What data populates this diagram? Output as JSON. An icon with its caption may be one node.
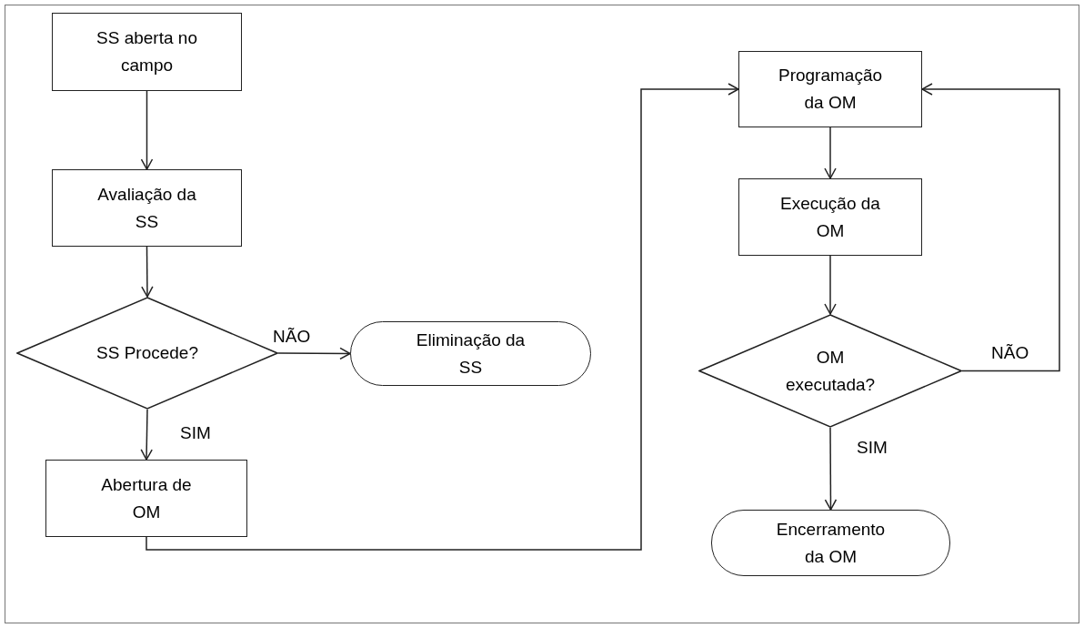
{
  "diagram": {
    "nodes": [
      {
        "text": [
          "SS aberta no campo"
        ]
      },
      {
        "text": [
          "Avaliação da SS"
        ]
      },
      {
        "text": [
          "SS Procede?"
        ]
      },
      {
        "text": [
          "Eliminação da SS"
        ]
      },
      {
        "text": [
          "Abertura de OM"
        ]
      },
      {
        "text": [
          "Programação da OM"
        ]
      },
      {
        "text": [
          "Execução da OM"
        ]
      },
      {
        "text": [
          "OM executada?"
        ]
      },
      {
        "text": [
          "Encerramento da OM"
        ]
      }
    ],
    "edges": [
      {
        "from": 0,
        "to": 1,
        "arrow": "to"
      },
      {
        "from": 1,
        "to": 2,
        "arrow": "to"
      },
      {
        "from": 2,
        "to": 3,
        "arrow": "to",
        "label": "NÃO"
      },
      {
        "from": 2,
        "to": 4,
        "arrow": "to",
        "label": "SIM"
      },
      {
        "from": 4,
        "to": 5,
        "arrow": "to"
      },
      {
        "from": 5,
        "to": 6,
        "arrow": "to"
      },
      {
        "from": 6,
        "to": 7,
        "arrow": "to"
      },
      {
        "from": 7,
        "to": 5,
        "arrow": "to",
        "label": "NÃO"
      },
      {
        "from": 7,
        "to": 8,
        "arrow": "to",
        "label": "SIM"
      }
    ]
  }
}
